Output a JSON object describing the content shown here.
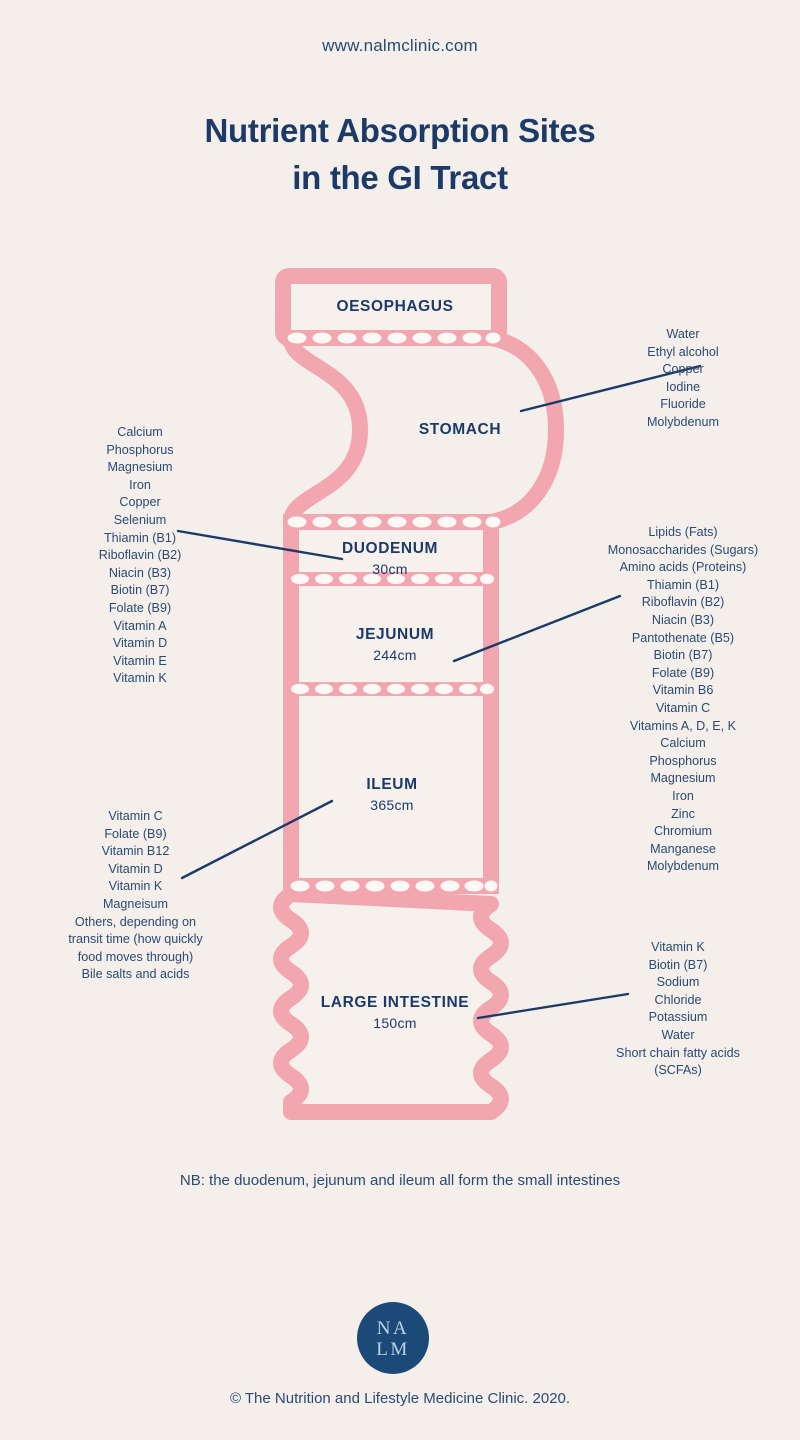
{
  "header": {
    "website": "www.nalmclinic.com",
    "title_line1": "Nutrient Absorption Sites",
    "title_line2": "in the GI Tract"
  },
  "colors": {
    "background": "#F4EFEA",
    "organ_pink": "#F2A6B0",
    "navy": "#1C3A67",
    "text_navy": "#2B4A74",
    "organ_fill": "#F6F1ED",
    "logo_circle": "#1C4A78"
  },
  "organs": [
    {
      "id": "oesophagus",
      "name": "OESOPHAGUS",
      "length": ""
    },
    {
      "id": "stomach",
      "name": "STOMACH",
      "length": ""
    },
    {
      "id": "duodenum",
      "name": "DUODENUM",
      "length": "30cm"
    },
    {
      "id": "jejunum",
      "name": "JEJUNUM",
      "length": "244cm"
    },
    {
      "id": "ileum",
      "name": "ILEUM",
      "length": "365cm"
    },
    {
      "id": "large_intestine",
      "name": "LARGE INTESTINE",
      "length": "150cm"
    }
  ],
  "nutrient_lists": {
    "stomach": [
      "Water",
      "Ethyl alcohol",
      "Copper",
      "Iodine",
      "Fluoride",
      "Molybdenum"
    ],
    "duodenum": [
      "Calcium",
      "Phosphorus",
      "Magnesium",
      "Iron",
      "Copper",
      "Selenium",
      "Thiamin (B1)",
      "Riboflavin (B2)",
      "Niacin (B3)",
      "Biotin (B7)",
      "Folate (B9)",
      "Vitamin A",
      "Vitamin D",
      "Vitamin E",
      "Vitamin K"
    ],
    "jejunum": [
      "Lipids (Fats)",
      "Monosaccharides (Sugars)",
      "Amino acids (Proteins)",
      "Thiamin (B1)",
      "Riboflavin (B2)",
      "Niacin (B3)",
      "Pantothenate (B5)",
      "Biotin (B7)",
      "Folate (B9)",
      "Vitamin B6",
      "Vitamin C",
      "Vitamins A, D, E, K",
      "Calcium",
      "Phosphorus",
      "Magnesium",
      "Iron",
      "Zinc",
      "Chromium",
      "Manganese",
      "Molybdenum"
    ],
    "ileum": [
      "Vitamin C",
      "Folate (B9)",
      "Vitamin B12",
      "Vitamin D",
      "Vitamin K",
      "Magneisum",
      "Others, depending on",
      "transit time (how quickly",
      "food moves through)",
      "Bile salts and acids"
    ],
    "large_intestine": [
      "Vitamin K",
      "Biotin (B7)",
      "Sodium",
      "Chloride",
      "Potassium",
      "Water",
      "Short chain fatty acids",
      "(SCFAs)"
    ]
  },
  "footer": {
    "note": "NB: the duodenum, jejunum and ileum all form the small intestines",
    "logo_line1": "NA",
    "logo_line2": "LM",
    "copyright": "© The Nutrition and Lifestyle Medicine Clinic. 2020."
  }
}
